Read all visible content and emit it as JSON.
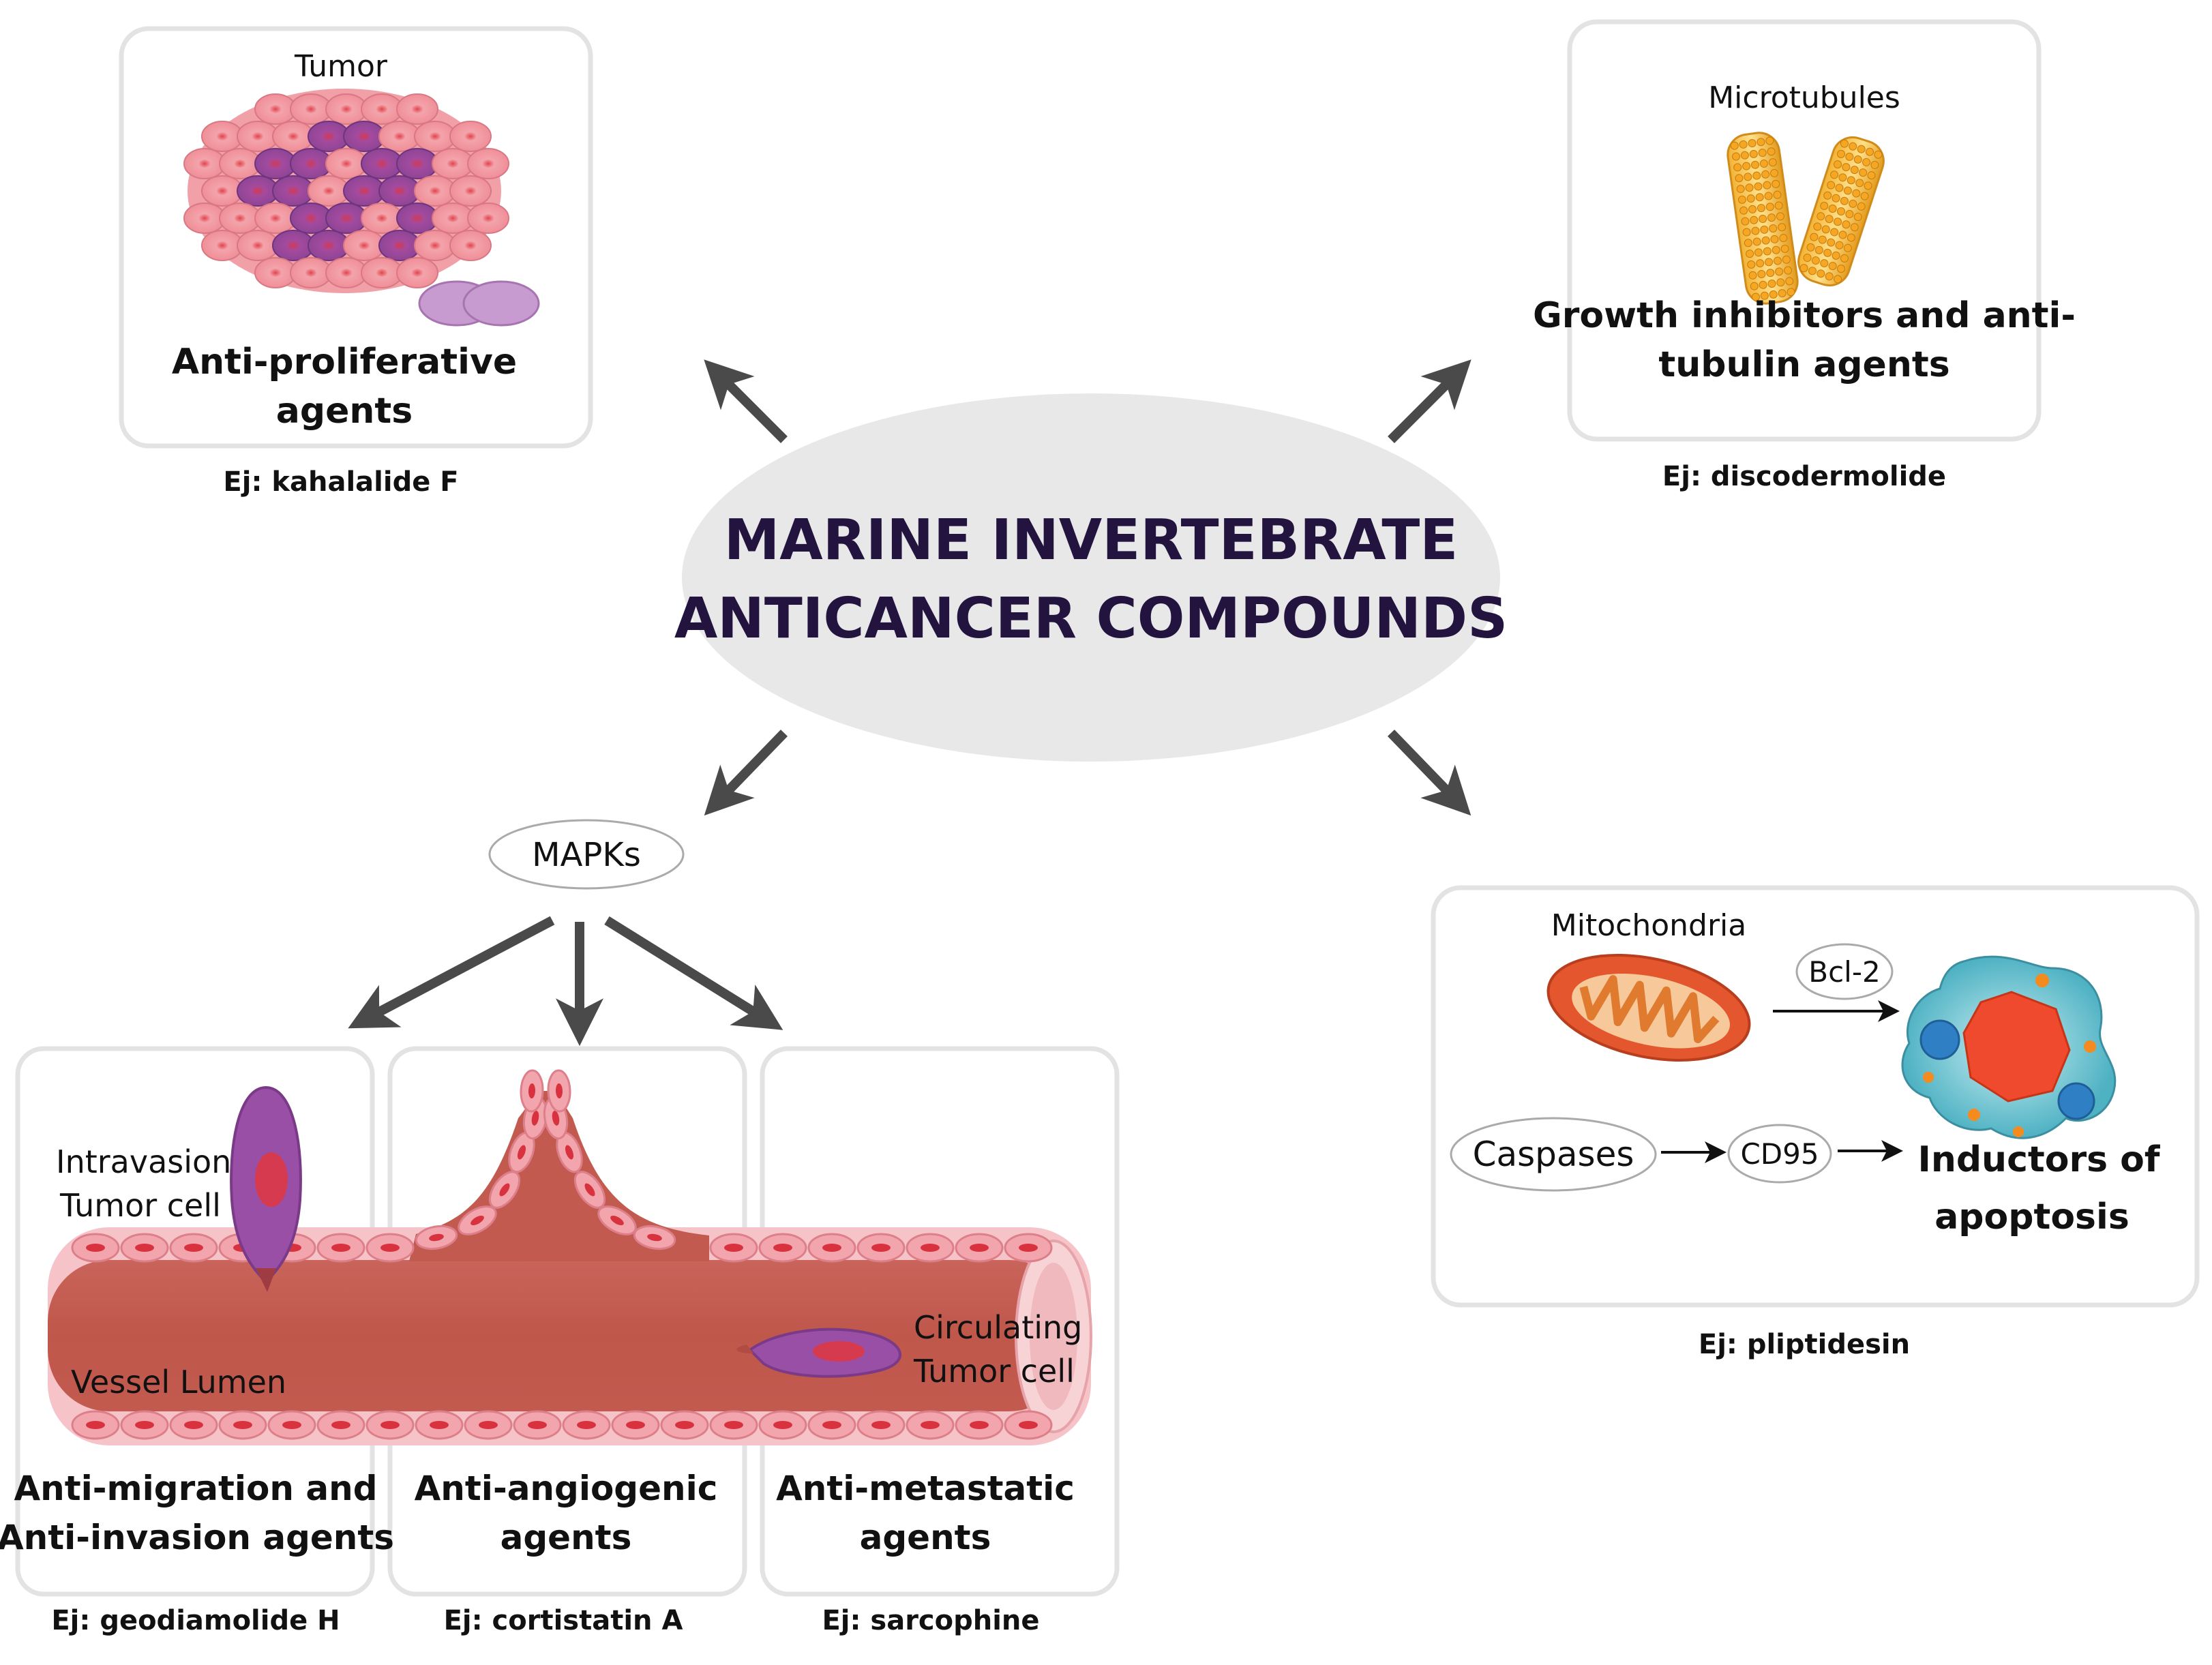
{
  "center": {
    "title_line1": "MARINE INVERTEBRATE",
    "title_line2": "ANTICANCER COMPOUNDS"
  },
  "anti_proliferative": {
    "illustration_label": "Tumor",
    "title_line1": "Anti-proliferative",
    "title_line2": "agents",
    "example": "Ej: kahalalide F"
  },
  "growth_inhibitors": {
    "illustration_label": "Microtubules",
    "title_line1": "Growth inhibitors and anti-",
    "title_line2": "tubulin agents",
    "example": "Ej: discodermolide"
  },
  "mapks": {
    "label": "MAPKs"
  },
  "apoptosis": {
    "mito_label": "Mitochondria",
    "bcl2_label": "Bcl-2",
    "caspases_label": "Caspases",
    "cd95_label": "CD95",
    "title_line1": "Inductors of",
    "title_line2": "apoptosis",
    "example": "Ej: pliptidesin"
  },
  "vessel": {
    "intravasion_line1": "Intravasion",
    "intravasion_line2": "Tumor cell",
    "lumen_label": "Vessel Lumen",
    "circulating_line1": "Circulating",
    "circulating_line2": "Tumor cell"
  },
  "anti_migration": {
    "title_line1": "Anti-migration and",
    "title_line2": "Anti-invasion agents",
    "example": "Ej: geodiamolide H"
  },
  "anti_angiogenic": {
    "title_line1": "Anti-angiogenic",
    "title_line2": "agents",
    "example": "Ej: cortistatin A"
  },
  "anti_metastatic": {
    "title_line1": "Anti-metastatic",
    "title_line2": "agents",
    "example": "Ej: sarcophine"
  },
  "colors": {
    "title_text": "#23143f",
    "ellipse_fill": "#e8e8e8",
    "arrow": "#4a4a4a",
    "vessel_lumen": "#c0564a",
    "endothelial": "#f3a5ad",
    "tumor_cell": "#9a4fa6"
  }
}
